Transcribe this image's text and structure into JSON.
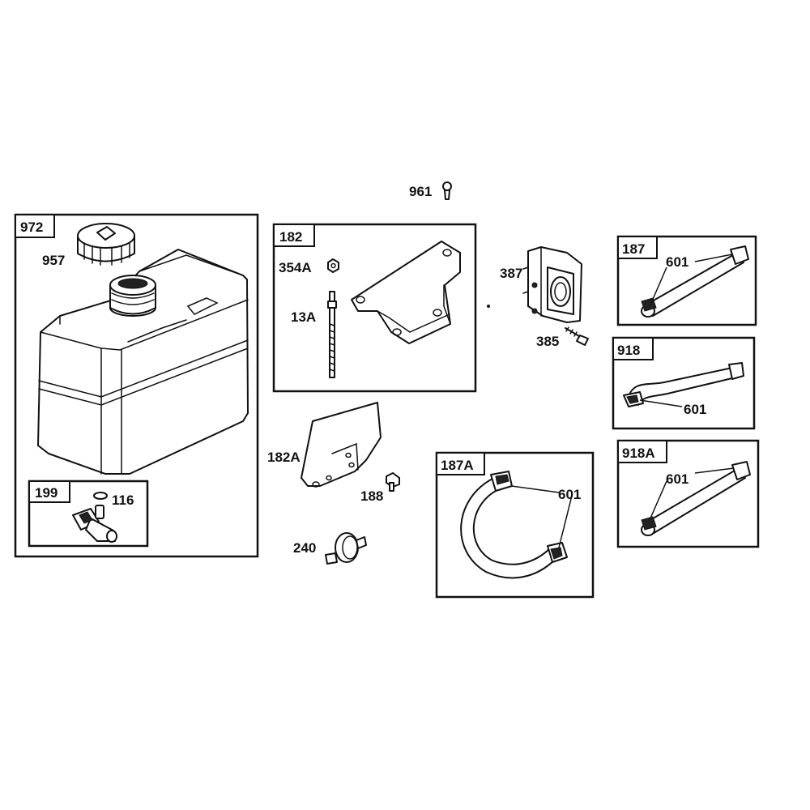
{
  "diagram": {
    "group_labels": {
      "g972": "972",
      "g199": "199",
      "g182": "182",
      "g187": "187",
      "g918": "918",
      "g187A": "187A",
      "g918A": "918A"
    },
    "part_labels": {
      "p957": "957",
      "p116": "116",
      "p354A": "354A",
      "p13A": "13A",
      "p961": "961",
      "p387": "387",
      "p385": "385",
      "p182A": "182A",
      "p188": "188",
      "p240": "240",
      "p601_187": "601",
      "p601_918": "601",
      "p601_187A": "601",
      "p601_918A": "601"
    }
  }
}
